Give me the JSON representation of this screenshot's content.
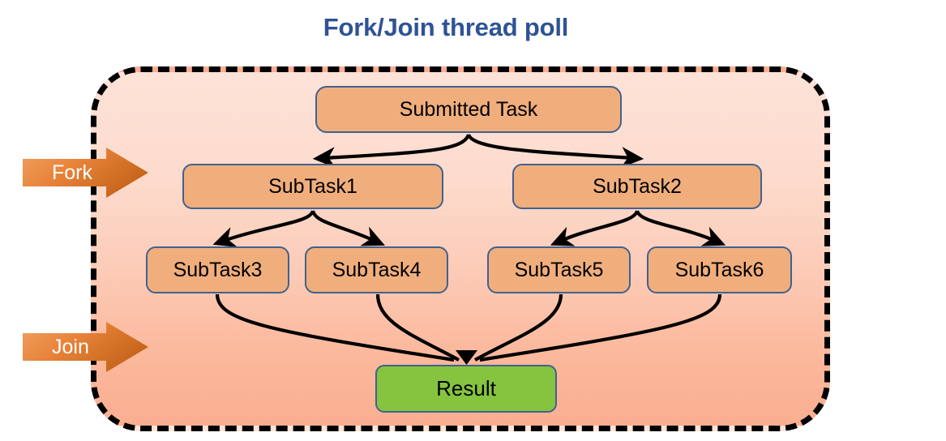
{
  "title": "Fork/Join thread poll",
  "colors": {
    "title": "#2E5395",
    "task_fill": "#F0AE7D",
    "task_border": "#41618E",
    "result_fill": "#86C440",
    "pool_border": "#000000",
    "pool_bg_top": "#FDE2D7",
    "pool_bg_bottom": "#FAAE90",
    "arrow_orange_light": "#F2A164",
    "arrow_orange_dark": "#D4711F",
    "connector": "#000000",
    "label_text": "#FFFFFF"
  },
  "side_arrows": [
    {
      "label": "Fork",
      "name": "fork-arrow"
    },
    {
      "label": "Join",
      "name": "join-arrow"
    }
  ],
  "nodes": {
    "submitted": "Submitted Task",
    "sub1": "SubTask1",
    "sub2": "SubTask2",
    "sub3": "SubTask3",
    "sub4": "SubTask4",
    "sub5": "SubTask5",
    "sub6": "SubTask6",
    "result": "Result"
  },
  "edges": [
    {
      "from": "submitted",
      "to": "sub1"
    },
    {
      "from": "submitted",
      "to": "sub2"
    },
    {
      "from": "sub1",
      "to": "sub3"
    },
    {
      "from": "sub1",
      "to": "sub4"
    },
    {
      "from": "sub2",
      "to": "sub5"
    },
    {
      "from": "sub2",
      "to": "sub6"
    },
    {
      "from": "sub3",
      "to": "result"
    },
    {
      "from": "sub4",
      "to": "result"
    },
    {
      "from": "sub5",
      "to": "result"
    },
    {
      "from": "sub6",
      "to": "result"
    }
  ]
}
